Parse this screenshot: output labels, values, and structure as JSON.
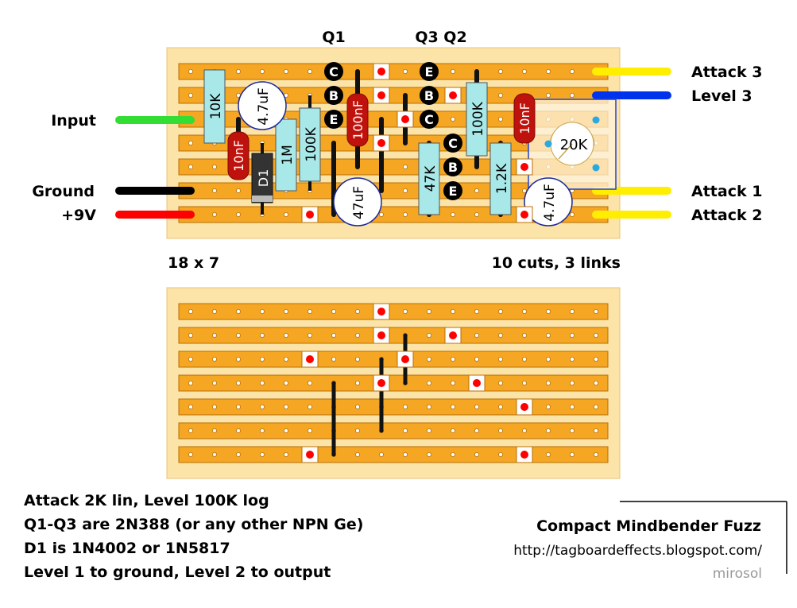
{
  "transistor_labels": {
    "q1": "Q1",
    "q3q2": "Q3 Q2"
  },
  "wires_left": {
    "input": "Input",
    "ground": "Ground",
    "v9": "+9V"
  },
  "wires_right": {
    "attack3": "Attack 3",
    "level3": "Level 3",
    "attack1": "Attack 1",
    "attack2": "Attack 2"
  },
  "board_size": "18 x 7",
  "cuts_links": "10 cuts, 3 links",
  "components": {
    "r10k": "10K",
    "c47uf_a": "4.7uF",
    "c10nf_a": "10nF",
    "d1": "D1",
    "r1m": "1M",
    "r100k_a": "100K",
    "c100nf": "100nF",
    "c47uf_big": "47uF",
    "r47k": "47K",
    "r100k_b": "100K",
    "r12k": "1.2K",
    "c10nf_b": "10nF",
    "pot20k": "20K",
    "c47uf_b": "4.7uF"
  },
  "pins": {
    "c": "C",
    "b": "B",
    "e": "E"
  },
  "notes": [
    "Attack 2K lin, Level 100K log",
    "Q1-Q3 are 2N388 (or any other NPN Ge)",
    "D1 is 1N4002 or 1N5817",
    "Level 1 to ground, Level 2 to output"
  ],
  "credit": {
    "title": "Compact Mindbender Fuzz",
    "url": "http://tagboardeffects.blogspot.com/",
    "author": "mirosol"
  },
  "colors": {
    "board": "#fce4a8",
    "strip": "#f5a623",
    "cut": "#ff0000",
    "resistor": "#a8e8e8",
    "cap_film": "#c0120c",
    "wire_green": "#33dd33",
    "wire_yellow": "#ffee00",
    "wire_blue": "#0033ee",
    "wire_red": "#ff0000",
    "wire_black": "#000000"
  }
}
